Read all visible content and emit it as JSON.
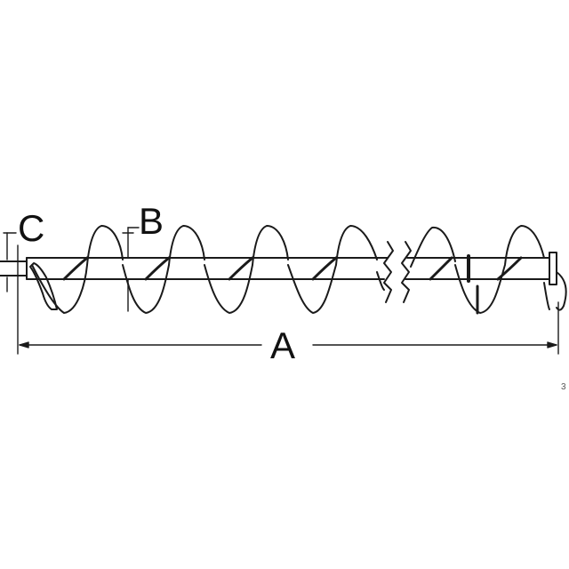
{
  "diagram": {
    "labels": {
      "overall_length": "A",
      "flight_pitch": "B",
      "shaft_diameter": "C"
    },
    "corner_mark": "3",
    "colors": {
      "line": "#1a1a1a",
      "background": "#ffffff"
    }
  }
}
